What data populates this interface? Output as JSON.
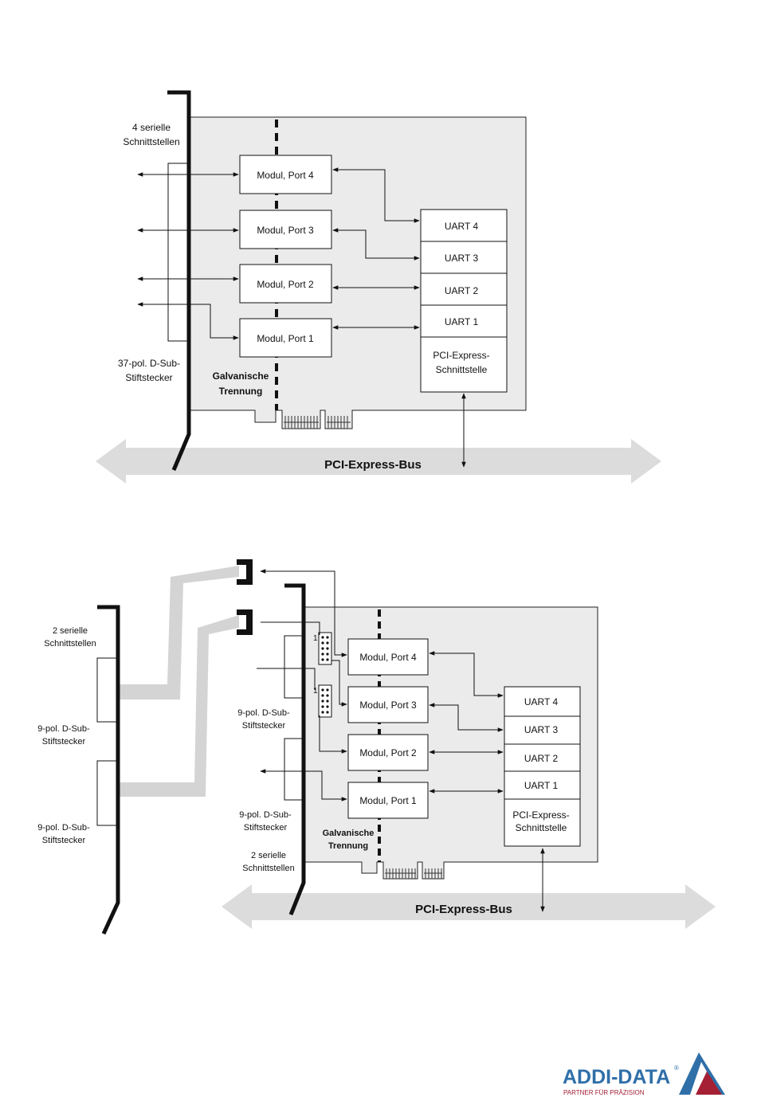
{
  "diagram1": {
    "title_serial": [
      "4 serielle",
      "Schnittstellen"
    ],
    "connector": [
      "37-pol. D-Sub-",
      "Stiftstecker"
    ],
    "galvanic": [
      "Galvanische",
      "Trennung"
    ],
    "modules": [
      "Modul, Port 4",
      "Modul, Port 3",
      "Modul, Port 2",
      "Modul, Port 1"
    ],
    "uarts": [
      "UART 4",
      "UART 3",
      "UART 2",
      "UART 1"
    ],
    "pcie_interface": [
      "PCI-Express-",
      "Schnittstelle"
    ],
    "bus": "PCI-Express-Bus"
  },
  "diagram2": {
    "left_serial": [
      "2 serielle",
      "Schnittstellen"
    ],
    "left_connector_a": [
      "9-pol. D-Sub-",
      "Stiftstecker"
    ],
    "left_connector_b": [
      "9-pol. D-Sub-",
      "Stiftstecker"
    ],
    "mid_connector_a": [
      "9-pol. D-Sub-",
      "Stiftstecker"
    ],
    "mid_connector_b": [
      "9-pol. D-Sub-",
      "Stiftstecker"
    ],
    "mid_serial": [
      "2 serielle",
      "Schnittstellen"
    ],
    "jumper_label_1": "1",
    "jumper_label_2": "1",
    "galvanic": [
      "Galvanische",
      "Trennung"
    ],
    "modules": [
      "Modul, Port 4",
      "Modul, Port 3",
      "Modul, Port 2",
      "Modul, Port 1"
    ],
    "uarts": [
      "UART 4",
      "UART 3",
      "UART 2",
      "UART 1"
    ],
    "pcie_interface": [
      "PCI-Express-",
      "Schnittstelle"
    ],
    "bus": "PCI-Express-Bus"
  },
  "logo": {
    "name": "ADDI-DATA",
    "registered": "®",
    "tagline": "PARTNER FÜR PRÄZISION",
    "color_text": "#2f6fa8",
    "color_triangle_blue": "#2f6fa8",
    "color_triangle_red": "#a52035"
  },
  "colors": {
    "board": "#ebebeb",
    "bus_arrow": "#dcdcdc",
    "ribbon": "#d4d4d4",
    "line": "#111111"
  }
}
